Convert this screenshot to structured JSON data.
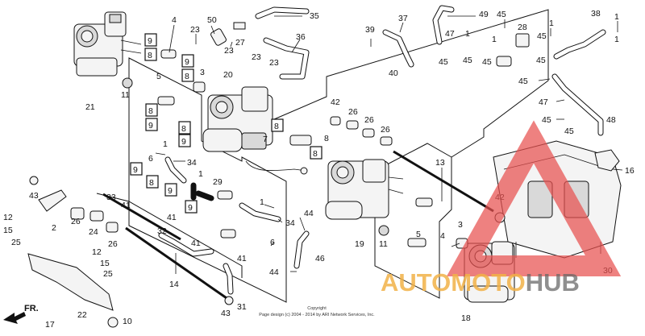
{
  "diagram": {
    "callouts": {
      "n1": "1",
      "n2": "2",
      "n3": "3",
      "n4": "4",
      "n5": "5",
      "n6": "6",
      "n7": "7",
      "n8": "8",
      "n9": "9",
      "n10": "10",
      "n11": "11",
      "n12": "12",
      "n13": "13",
      "n14": "14",
      "n15": "15",
      "n16": "16",
      "n17": "17",
      "n18": "18",
      "n19": "19",
      "n20": "20",
      "n21": "21",
      "n22": "22",
      "n23": "23",
      "n24": "24",
      "n25": "25",
      "n26": "26",
      "n27": "27",
      "n28": "28",
      "n29": "29",
      "n30": "30",
      "n31": "31",
      "n32": "32",
      "n33": "33",
      "n34": "34",
      "n35": "35",
      "n36": "36",
      "n37": "37",
      "n38": "38",
      "n39": "39",
      "n40": "40",
      "n41": "41",
      "n42": "42",
      "n43": "43",
      "n44": "44",
      "n45": "45",
      "n46": "46",
      "n47": "47",
      "n48": "48",
      "n49": "49",
      "n50": "50"
    },
    "front_arrow_label": "FR.",
    "copyright_title": "Copyright",
    "copyright_text": "Page design (c) 2004 - 2014 by ARI Network Services, Inc."
  },
  "watermark": {
    "part1": "AUTO",
    "part2": "MOTO",
    "part3": "HUB",
    "triangle_color": "#e8504f",
    "text_color": "#f2b248",
    "hub_color": "#666666"
  }
}
